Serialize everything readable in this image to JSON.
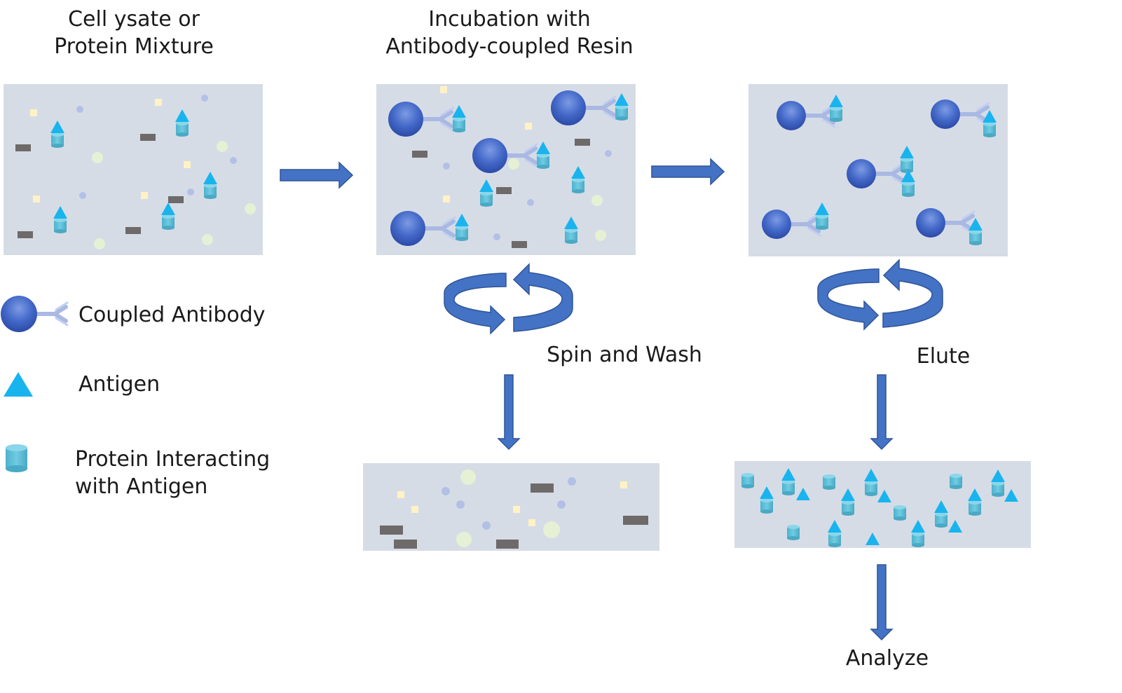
{
  "headings": {
    "lysate_line1": "Cell ysate or",
    "lysate_line2": "Protein Mixture",
    "incubation_line1": "Incubation with",
    "incubation_line2": "Antibody-coupled Resin"
  },
  "steps": {
    "spin_wash": "Spin and Wash",
    "elute": "Elute",
    "analyze": "Analyze"
  },
  "legend": {
    "coupled_antibody": "Coupled Antibody",
    "antigen": "Antigen",
    "interacting_line1": "Protein Interacting",
    "interacting_line2": "with Antigen"
  },
  "colors": {
    "panel": "#d6dce6",
    "arrow": "#4472c4",
    "arrow_dark": "#2f5597",
    "resin": "#3c5fc0",
    "antibody_arms": "#a9b9e3",
    "antigen": "#19b4ee",
    "interacting_protein": "#5bbcd6",
    "debris_gray": "#6e6a6a",
    "debris_yellow": "#fff2c4",
    "debris_green": "#e6f0d4",
    "debris_blue": "#b3c0e6"
  }
}
